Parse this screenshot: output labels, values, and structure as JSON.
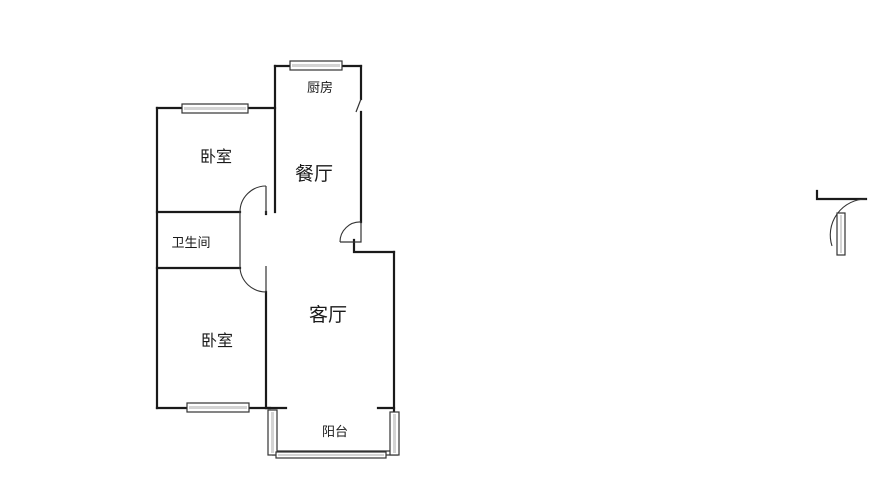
{
  "rooms": {
    "kitchen": "厨房",
    "dining": "餐厅",
    "bedroom_north": "卧室",
    "bathroom": "卫生间",
    "bedroom_south": "卧室",
    "living": "客厅",
    "balcony": "阳台"
  }
}
